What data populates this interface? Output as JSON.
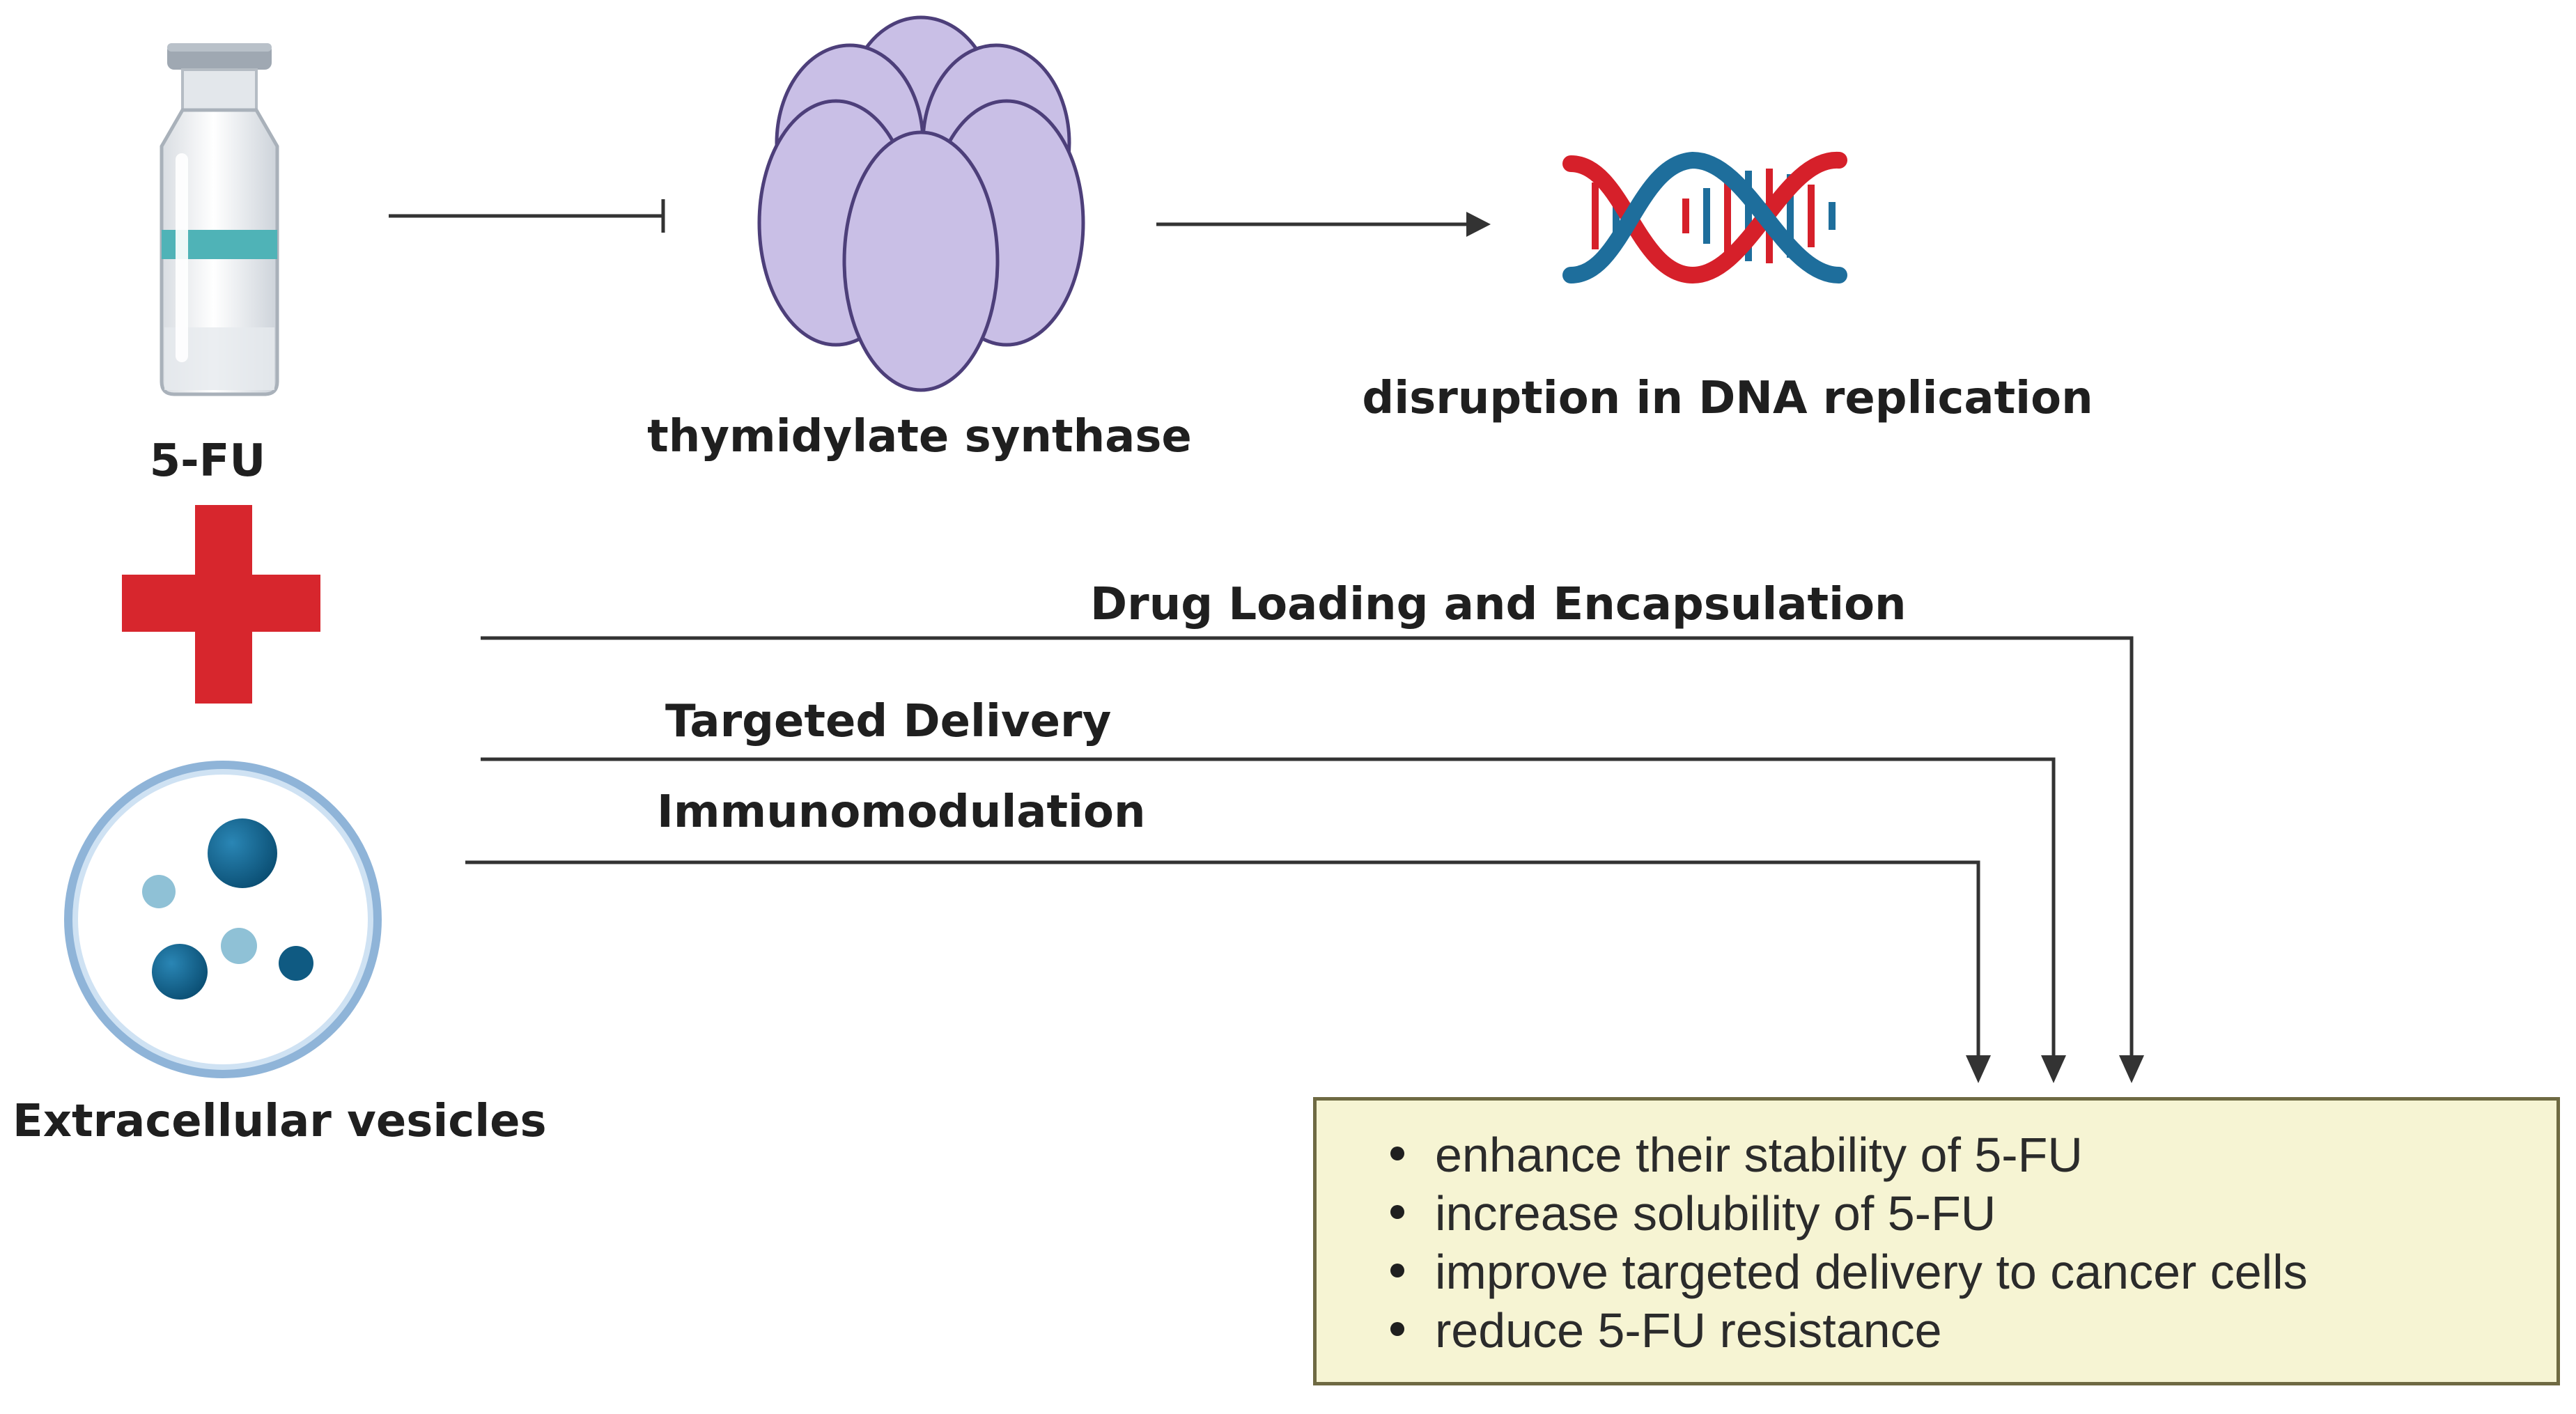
{
  "labels": {
    "drug": "5-FU",
    "enzyme": "thymidylate synthase",
    "dna": "disruption in DNA replication",
    "vesicles": "Extracellular vesicles"
  },
  "pathways": [
    "Drug Loading and Encapsulation",
    "Targeted Delivery",
    "Immunomodulation"
  ],
  "benefits": [
    "enhance their stability of 5-FU",
    "increase solubility of 5-FU",
    "improve targeted delivery to cancer cells",
    "reduce 5-FU resistance"
  ],
  "icons": {
    "drug": "vial-icon",
    "enzyme": "enzyme-icon",
    "dna": "dna-helix-icon",
    "combine": "plus-icon",
    "vesicles": "vesicle-icon"
  },
  "colors": {
    "plus": "#d7262d",
    "enzyme": "#c9bfe6",
    "dna_red": "#d6202a",
    "dna_blue": "#1e6e9c",
    "vesicle_ring": "#8fb4d8",
    "vesicle_dark": "#0f5a82",
    "vesicle_light": "#8fc1d6",
    "vial_band": "#4fb3b7",
    "box_fill": "#f6f4d3",
    "box_border": "#6f6a43"
  }
}
